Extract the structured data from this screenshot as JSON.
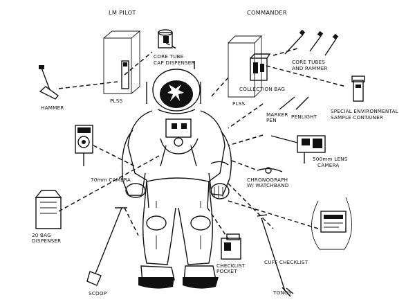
{
  "headings": {
    "lm_pilot": "LM PILOT",
    "commander": "COMMANDER"
  },
  "labels": {
    "core_tube_cap_dispenser": [
      "CORE TUBE",
      "CAP DISPENSER"
    ],
    "core_tubes_rammer": [
      "CORE TUBES",
      "AND RAMMER"
    ],
    "collection_bag": "COLLECTION BAG",
    "hammer": "HAMMER",
    "plss_left": "PLSS",
    "plss_right": "PLSS",
    "marker_pen": [
      "MARKER",
      "PEN"
    ],
    "penlight": "PENLIGHT",
    "special_env_container": [
      "SPECIAL ENVIRONMENTAL",
      "SAMPLE CONTAINER"
    ],
    "camera_70mm": "70mm CAMERA",
    "lens_camera_500mm": [
      "500mm LENS",
      "CAMERA"
    ],
    "chronograph": [
      "CHRONOGRAPH",
      "W/ WATCHBAND"
    ],
    "bag_dispenser": [
      "20 BAG",
      "DISPENSER"
    ],
    "checklist_pocket": [
      "CHECKLIST",
      "POCKET"
    ],
    "cuff_checklist": "CUFF CHECKLIST",
    "scoop": "SCOOP",
    "tongs": "TONGS"
  }
}
